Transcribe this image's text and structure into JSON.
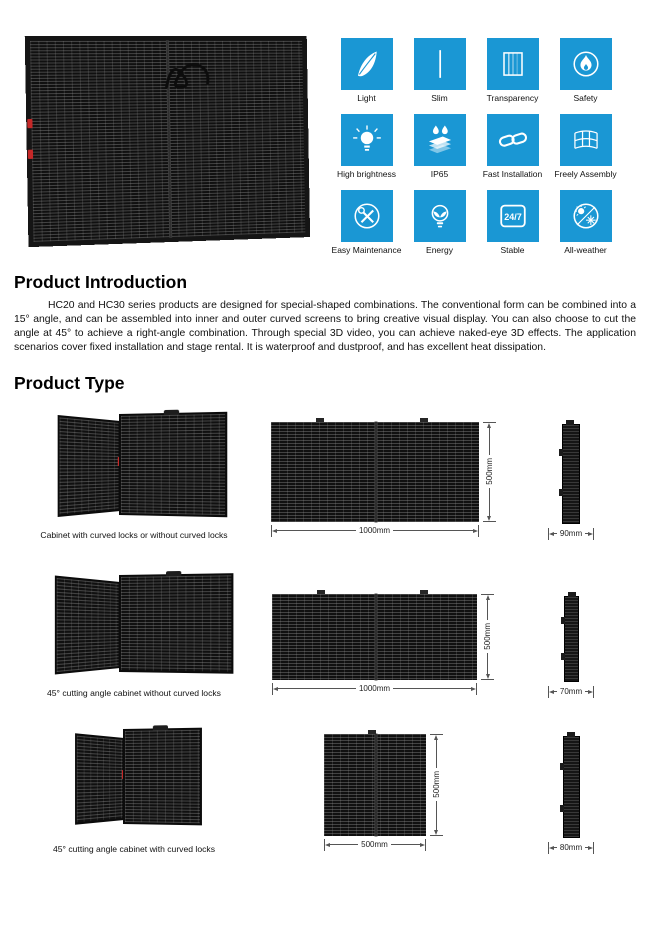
{
  "colors": {
    "accent": "#1a97d4"
  },
  "features": {
    "items": [
      {
        "label": "Light",
        "icon": "feather-icon"
      },
      {
        "label": "Slim",
        "icon": "slim-icon"
      },
      {
        "label": "Transparency",
        "icon": "transparency-icon"
      },
      {
        "label": "Safety",
        "icon": "safety-flame-icon"
      },
      {
        "label": "High brightness",
        "icon": "brightness-bulb-icon"
      },
      {
        "label": "IP65",
        "icon": "waterproof-icon"
      },
      {
        "label": "Fast Installation",
        "icon": "chain-link-icon"
      },
      {
        "label": "Freely Assembly",
        "icon": "curved-grid-icon"
      },
      {
        "label": "Easy Maintenance",
        "icon": "maintenance-tools-icon"
      },
      {
        "label": "Energy",
        "icon": "eco-bulb-icon"
      },
      {
        "label": "Stable",
        "icon": "badge-24-7-icon",
        "badge_text": "24/7"
      },
      {
        "label": "All-weather",
        "icon": "sun-snowflake-icon"
      }
    ]
  },
  "product_introduction": {
    "title": "Product Introduction",
    "body": "HC20 and HC30  series products are designed for special-shaped combinations. The conventional form can be combined into a 15° angle, and can be assembled into inner and outer curved screens to bring creative visual display. You can also choose to cut the angle at 45° to achieve a right-angle combination. Through special 3D video, you can achieve naked-eye 3D effects. The application scenarios cover fixed installation and stage rental. It is waterproof and dustproof, and has excellent heat dissipation."
  },
  "product_type": {
    "title": "Product Type",
    "rows": [
      {
        "caption": "Cabinet with curved locks or without curved locks",
        "width_label": "1000mm",
        "height_label": "500mm",
        "depth_label": "90mm"
      },
      {
        "caption": "45° cutting angle cabinet without curved locks",
        "width_label": "1000mm",
        "height_label": "500mm",
        "depth_label": "70mm"
      },
      {
        "caption": "45° cutting angle cabinet with curved locks",
        "width_label": "500mm",
        "height_label": "500mm",
        "depth_label": "80mm"
      }
    ]
  }
}
